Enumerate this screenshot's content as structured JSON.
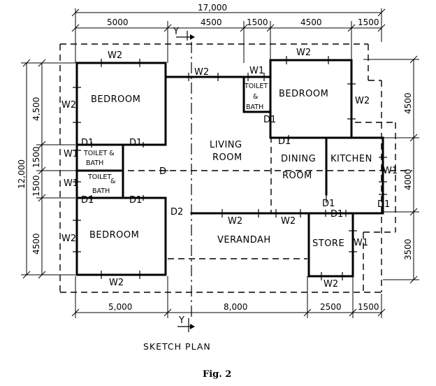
{
  "plan": {
    "caption": "SKETCH PLAN",
    "figure_label": "Fig. 2",
    "section_marker": "Y"
  },
  "rooms": {
    "bedroom_top_left": "BEDROOM",
    "bedroom_bottom_left": "BEDROOM",
    "bedroom_top_right": "BEDROOM",
    "toilet_upper_1": "TOILET &",
    "toilet_upper_2": "BATH",
    "toilet_lower_1": "TOILET",
    "toilet_lower_2": "&",
    "toilet_lower_3": "BATH",
    "toilet_right_1": "TOILET",
    "toilet_right_2": "&",
    "toilet_right_3": "BATH",
    "living_1": "LIVING",
    "living_2": "ROOM",
    "dining_1": "DINING",
    "dining_2": "ROOM",
    "kitchen": "KITCHEN",
    "verandah": "VERANDAH",
    "store": "STORE"
  },
  "openings": {
    "w1": "W1",
    "w2": "W2",
    "d": "D",
    "d1": "D1",
    "d2": "D2"
  },
  "dimensions": {
    "overall_width": "17,000",
    "top_5000": "5000",
    "top_4500a": "4500",
    "top_1500a": "1500",
    "top_4500b": "4500",
    "top_1500b": "1500",
    "bottom_5000": "5,000",
    "bottom_8000": "8,000",
    "bottom_2500": "2500",
    "bottom_1500": "1500",
    "overall_depth": "12,000",
    "left_4500a": "4,500",
    "left_1500a": "1500",
    "left_1500b": "1500",
    "left_4500b": "4500",
    "right_4500": "4500",
    "right_4000": "4000",
    "right_3500": "3500"
  }
}
